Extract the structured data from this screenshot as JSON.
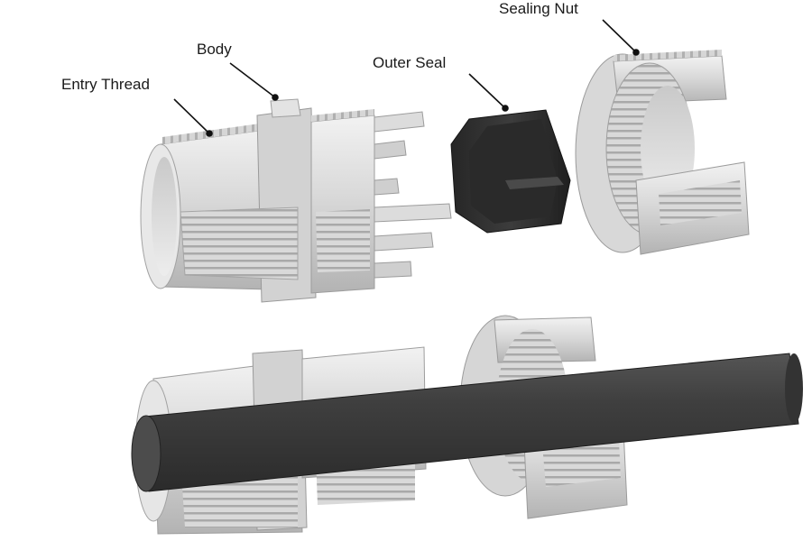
{
  "labels": {
    "entry_thread": "Entry Thread",
    "body": "Body",
    "outer_seal": "Outer Seal",
    "sealing_nut": "Sealing Nut"
  },
  "colors": {
    "background": "#ffffff",
    "part_light": "#dedede",
    "part_mid": "#c4c4c4",
    "part_shadow": "#a8a8a8",
    "seal_dark": "#2f2f2f",
    "cable": "#3d3d3d",
    "leader_line": "#111111"
  }
}
